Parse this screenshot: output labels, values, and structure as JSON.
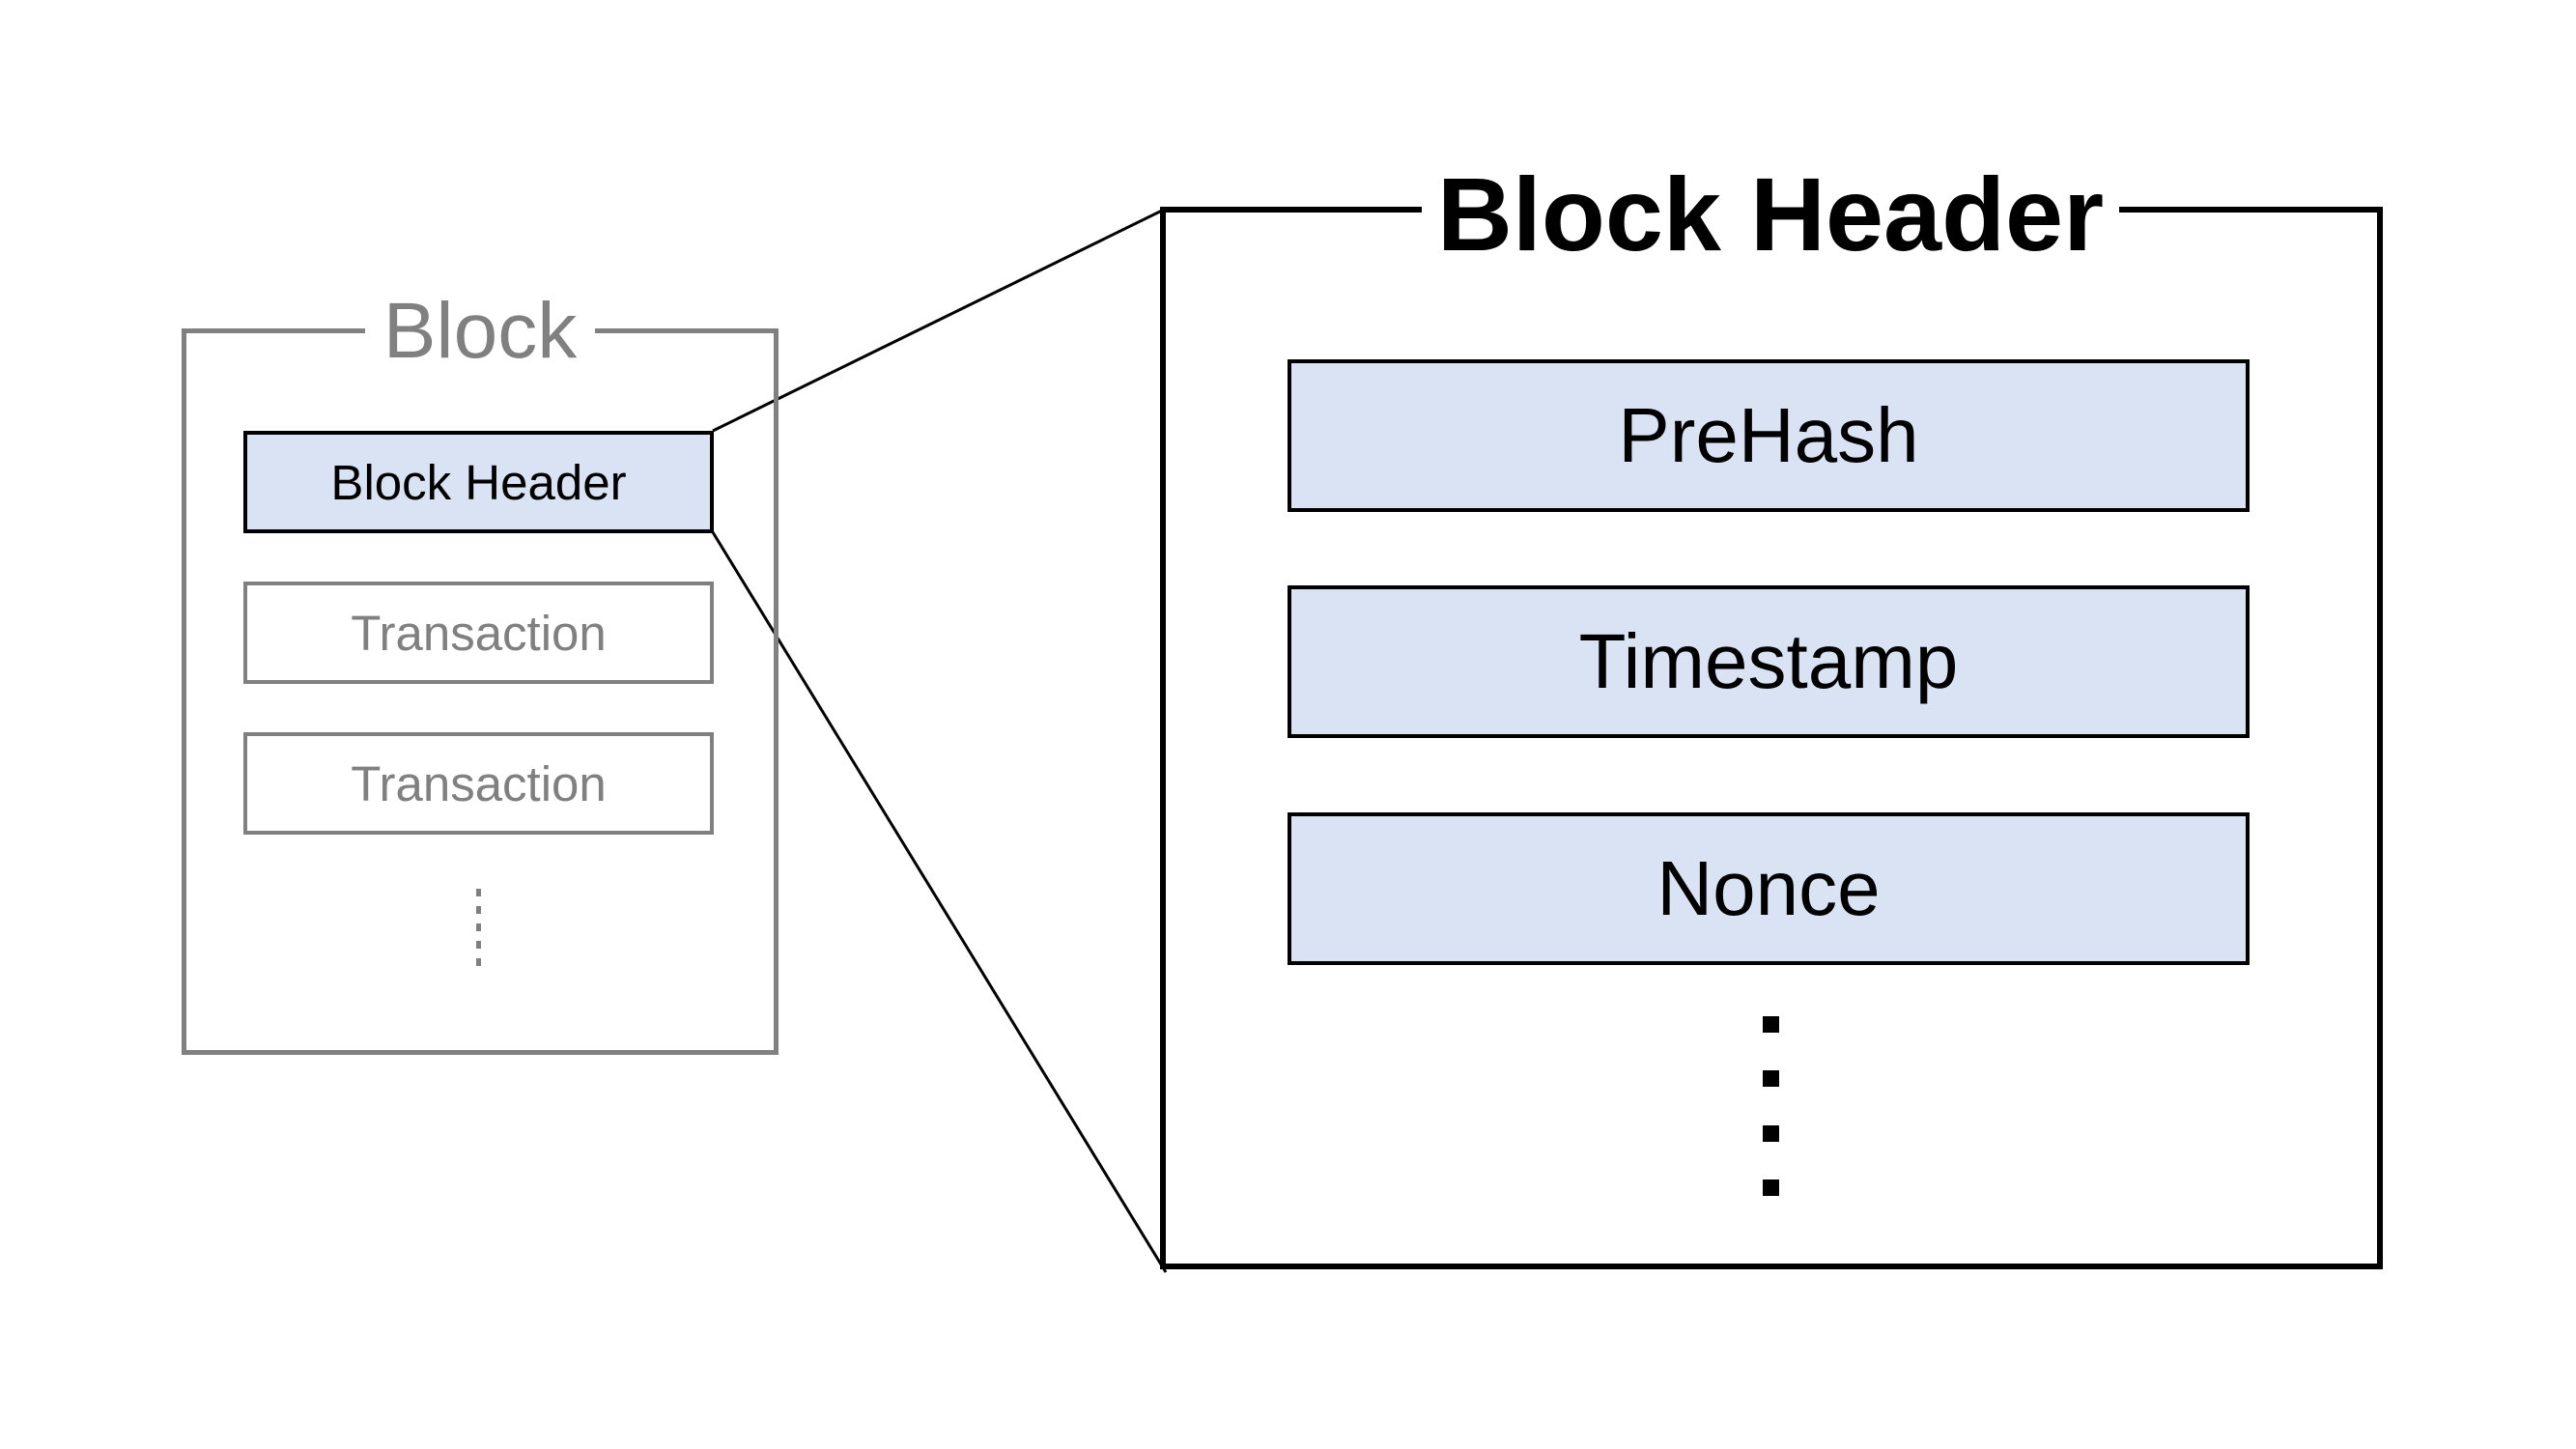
{
  "block": {
    "title": "Block",
    "header_label": "Block Header",
    "transactions": [
      "Transaction",
      "Transaction"
    ],
    "ellipsis": "vertical-dots-icon"
  },
  "detail": {
    "title": "Block Header",
    "fields": [
      "PreHash",
      "Timestamp",
      "Nonce"
    ],
    "ellipsis": "vertical-dots-icon"
  },
  "colors": {
    "field_fill": "#dae3f3",
    "dark_border": "#000000",
    "muted": "#808080"
  }
}
